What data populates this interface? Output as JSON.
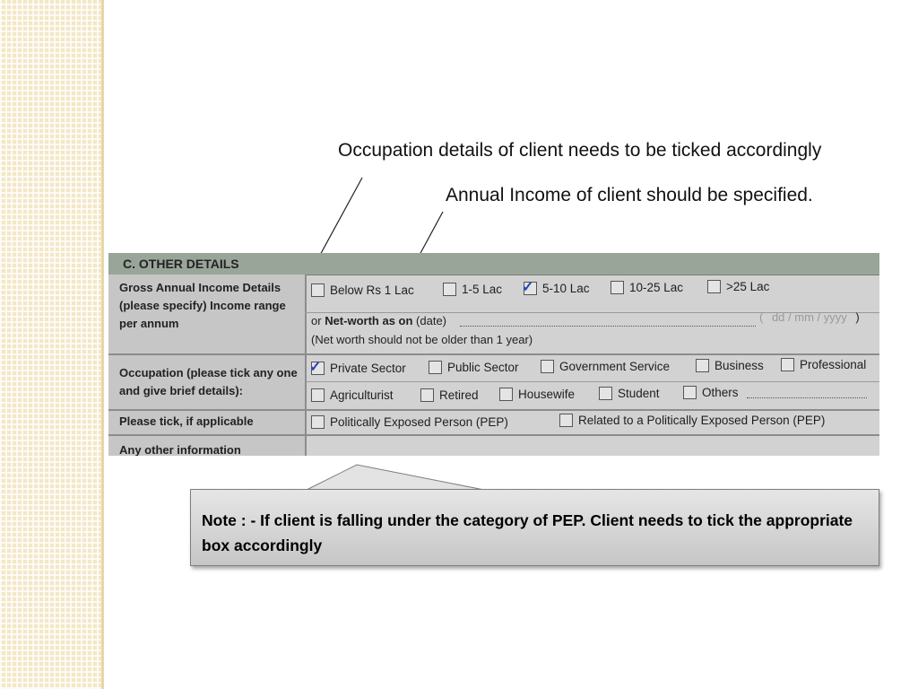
{
  "captions": {
    "occupation": "Occupation details of client needs to be ticked accordingly",
    "income": "Annual Income of client should be specified."
  },
  "form": {
    "section_title": "C. OTHER DETAILS",
    "income_label": "Gross Annual Income Details (please specify) Income range per annum",
    "income_options": [
      {
        "label": "Below Rs 1 Lac",
        "checked": false
      },
      {
        "label": "1-5 Lac",
        "checked": false
      },
      {
        "label": "5-10 Lac",
        "checked": true
      },
      {
        "label": "10-25 Lac",
        "checked": false
      },
      {
        "label": ">25 Lac",
        "checked": false
      }
    ],
    "networth_prefix": "or",
    "networth_label": "Net-worth as on",
    "networth_date": "(date)",
    "date_placeholder": "dd / mm / yyyy",
    "networth_note": "(Net worth should not be older than 1 year)",
    "occupation_label": "Occupation (please tick any one and give brief details):",
    "occupation_options_row1": [
      {
        "label": "Private Sector",
        "checked": true
      },
      {
        "label": "Public Sector",
        "checked": false
      },
      {
        "label": "Government Service",
        "checked": false
      },
      {
        "label": "Business",
        "checked": false
      },
      {
        "label": "Professional",
        "checked": false
      }
    ],
    "occupation_options_row2": [
      {
        "label": "Agriculturist",
        "checked": false
      },
      {
        "label": "Retired",
        "checked": false
      },
      {
        "label": "Housewife",
        "checked": false
      },
      {
        "label": "Student",
        "checked": false
      },
      {
        "label": "Others",
        "checked": false
      }
    ],
    "pep_label": "Please tick, if applicable",
    "pep_options": [
      {
        "label": "Politically Exposed Person (PEP)",
        "checked": false
      },
      {
        "label": "Related to a Politically Exposed Person (PEP)",
        "checked": false
      }
    ],
    "other_info_label": "Any other information"
  },
  "note": {
    "text": "Note : - If client is falling under the category of PEP. Client needs to tick the appropriate box accordingly"
  },
  "colors": {
    "tick_ink": "#2a44b8",
    "sidebar": "#f3e7c6",
    "form_paper": "#d2d2d2"
  }
}
